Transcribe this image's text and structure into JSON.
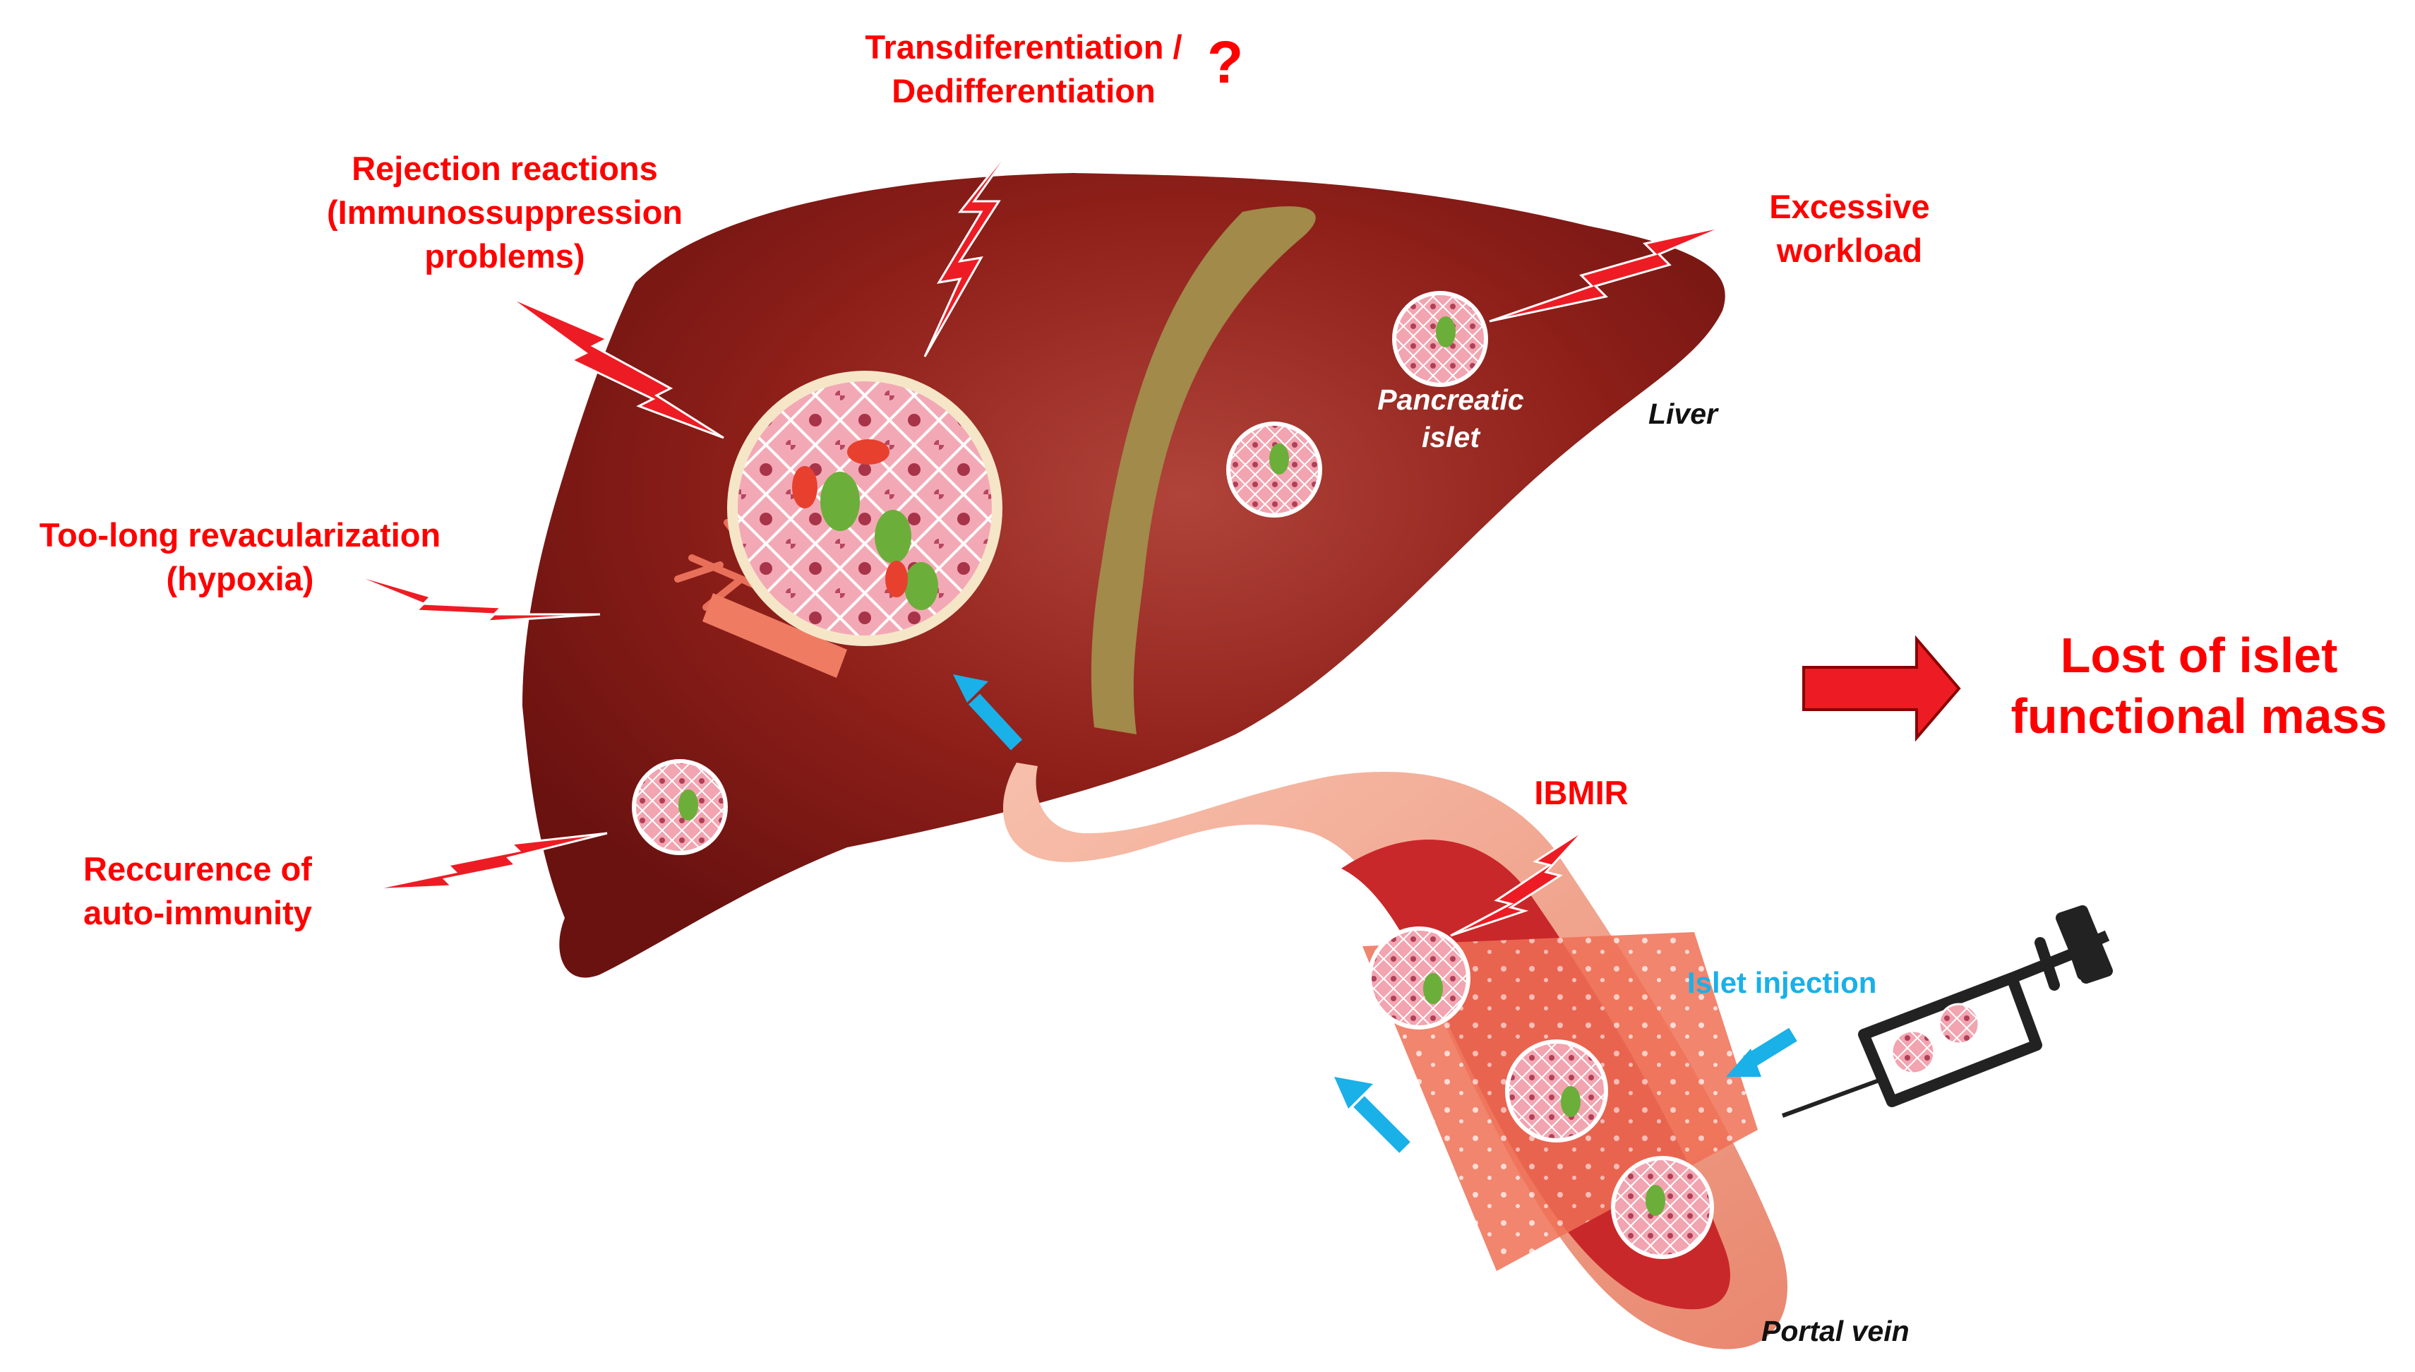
{
  "labels": {
    "transdiff_line1": "Transdiferentiation /",
    "transdiff_line2": "Dedifferentiation",
    "question_mark": "?",
    "rejection_line1": "Rejection reactions",
    "rejection_line2": "(Immunossuppression",
    "rejection_line3": "problems)",
    "workload_line1": "Excessive",
    "workload_line2": "workload",
    "toolong_line1": "Too-long revacularization",
    "toolong_line2": "(hypoxia)",
    "recurrence_line1": "Reccurence of",
    "recurrence_line2": "auto-immunity",
    "ibmir": "IBMIR",
    "islet_injection": "Islet injection",
    "liver": "Liver",
    "pancreatic_islet_line1": "Pancreatic",
    "pancreatic_islet_line2": "islet",
    "portal_vein": "Portal vein",
    "outcome_line1": "Lost of islet",
    "outcome_line2": "functional mass"
  },
  "colors": {
    "label_red": "#ff0000",
    "liver_red": "#8e1f19",
    "injection_blue": "#1ab0e8",
    "islet_pink": "#f2a4b0",
    "vessel_pink": "#ef9c87"
  }
}
